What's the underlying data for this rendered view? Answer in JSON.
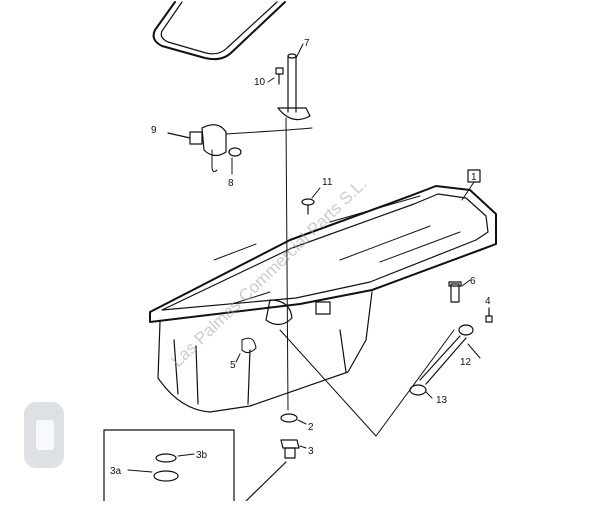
{
  "diagram": {
    "callouts": {
      "c1": "1",
      "c2": "2",
      "c3": "3",
      "c3b": "3b",
      "c3a": "3a",
      "c4": "4",
      "c5": "5",
      "c6": "6",
      "c7": "7",
      "c8": "8",
      "c9": "9",
      "c10": "10",
      "c11": "11",
      "c12": "12",
      "c13": "13"
    },
    "watermark": "Las Palmas Commercial Parts S.L."
  },
  "colors": {
    "line": "#111111",
    "watermark": "#9aa4b4",
    "background": "#ffffff"
  }
}
